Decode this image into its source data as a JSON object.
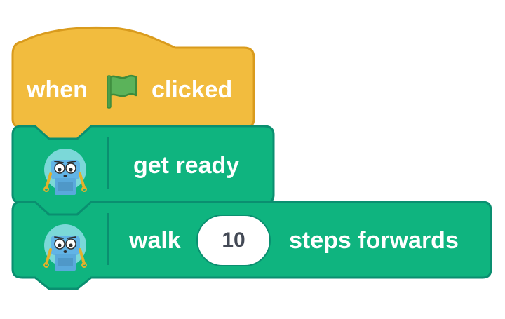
{
  "script": {
    "hat_block": {
      "label_before": "when",
      "label_after": "clicked",
      "icon": "green-flag-icon",
      "color": "#f2bc3e",
      "border_color": "#d99b1d"
    },
    "get_ready_block": {
      "icon": "robot-icon",
      "label": "get ready",
      "color": "#0fb47f",
      "border_color": "#0a8f70"
    },
    "walk_block": {
      "icon": "robot-icon",
      "label_before": "walk",
      "steps_value": "10",
      "label_after": "steps forwards",
      "color": "#0fb47f",
      "border_color": "#0a8f70"
    }
  }
}
